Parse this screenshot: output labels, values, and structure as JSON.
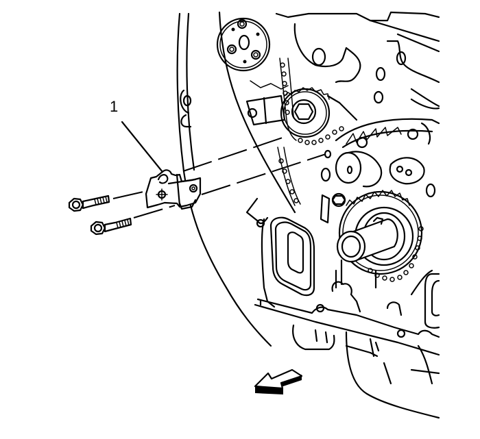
{
  "diagram": {
    "callouts": [
      {
        "label": "1",
        "target": "timing-chain-guide"
      }
    ],
    "components": [
      {
        "id": "timing-chain-guide",
        "label": "Timing chain guide (item 1)"
      },
      {
        "id": "guide-bolts",
        "label": "Guide bolts",
        "count": 2
      },
      {
        "id": "engine-block",
        "label": "Engine front with timing chain and sprockets"
      },
      {
        "id": "direction-arrow",
        "label": "View direction arrow (front of vehicle)"
      }
    ],
    "colors": {
      "line": "#000000",
      "background": "#ffffff"
    }
  }
}
